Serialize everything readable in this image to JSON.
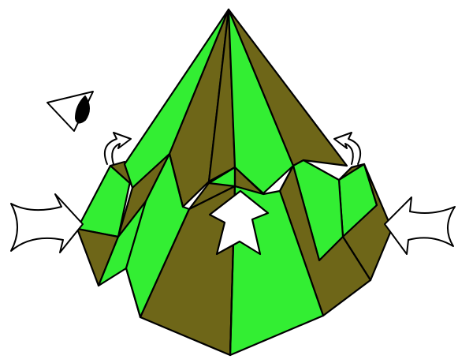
{
  "diagram": {
    "colors": {
      "light_green": "#33ee33",
      "olive": "#6e6618",
      "outline": "#000000",
      "arrow_fill": "#ffffff"
    },
    "symbols": [
      "view-eye-icon",
      "rotate-left-arrow",
      "rotate-right-arrow",
      "push-in-left-arrow",
      "push-in-right-arrow",
      "push-up-arrow"
    ]
  }
}
